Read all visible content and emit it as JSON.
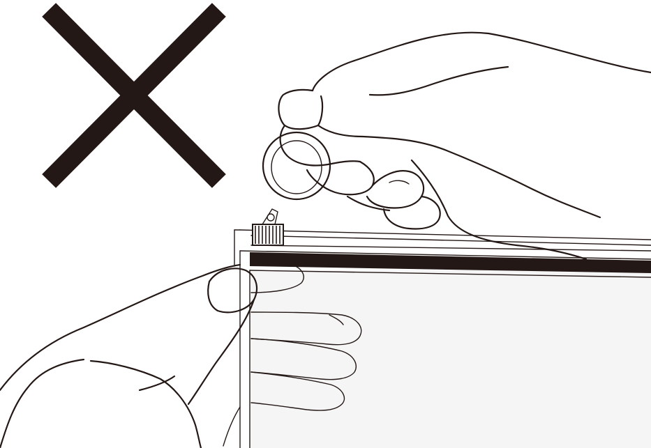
{
  "figure": {
    "description_kind": "instruction-illustration",
    "marks": [
      {
        "id": "cross",
        "icon": "cross-mark-icon",
        "meaning": "incorrect"
      }
    ],
    "colors": {
      "ink": "#231815",
      "panel": "#f5f5f5",
      "background": "#ffffff"
    }
  }
}
